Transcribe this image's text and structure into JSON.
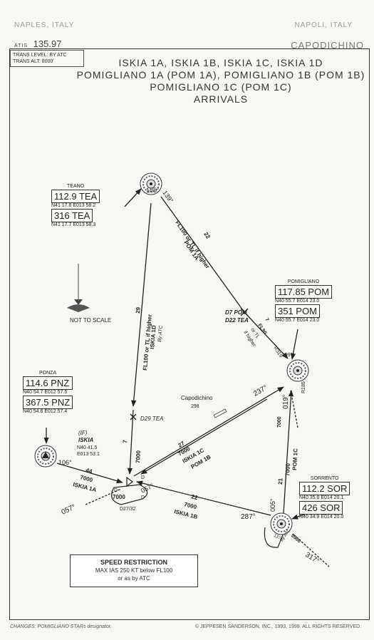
{
  "header": {
    "atis_label": "ATIS",
    "atis_freq": "135.97",
    "airport": "CAPODICHINO",
    "faint_left": "NAPLES, ITALY",
    "faint_right": "NAPOLI, ITALY",
    "trans_level": "TRANS LEVEL: BY ATC",
    "trans_alt": "TRANS ALT: 8000'"
  },
  "titles": [
    "ISKIA 1A, ISKIA 1B, ISKIA 1C, ISKIA 1D",
    "POMIGLIANO 1A (POM 1A), POMIGLIANO 1B (POM 1B)",
    "POMIGLIANO 1C (POM 1C)",
    "ARRIVALS"
  ],
  "navaids": {
    "teano": {
      "name": "TEANO",
      "vor": "112.9 TEA",
      "vor_coord": "N41 17.8 E013 58.2",
      "ndb": "316 TEA",
      "ndb_coord": "N41 17.7 E013 58.3"
    },
    "pomigliano": {
      "name": "POMIGLIANO",
      "vor": "117.85 POM",
      "vor_coord": "N40 55.7 E014 23.0",
      "ndb": "351 POM",
      "ndb_coord": "N40 55.7 E014 23.0"
    },
    "ponza": {
      "name": "PONZA",
      "vor": "114.6 PNZ",
      "vor_coord": "N40 54.7 E012 57.5",
      "ndb": "367.5 PNZ",
      "ndb_coord": "N40 54.6 E012 57.4"
    },
    "sorrento": {
      "name": "SORRENTO",
      "vor": "112.2 SOR",
      "vor_coord": "N40 35.0 E014 20.1",
      "ndb": "426 SOR",
      "ndb_coord": "N40 34.9 E014 20.0"
    }
  },
  "labels": {
    "not_to_scale": "NOT TO SCALE",
    "capodichino": "Capodichino",
    "capodichino_elev": "298",
    "iskia_fix_if": "(IF)",
    "iskia_fix": "ISKIA",
    "iskia_lat": "N40 41.5",
    "iskia_lon": "E013 53.1",
    "d29": "D29 TEA",
    "d7pom": "D7 POM",
    "d22tea": "D22 TEA",
    "fl100_a": "FL100 or TL if higher",
    "pom1a": "POM 1A",
    "fl100_d": "FL100 or TL if higher",
    "iskia1d": "ISKIA 1D",
    "by_atc": "By ATC",
    "fl90": "FL90",
    "or_tl": "or TL",
    "if_higher": "if higher",
    "r319": "R319",
    "r185": "R185",
    "radial_139": "139°",
    "radial_185": "185°",
    "radial_199": "199°",
    "radial_237": "237°",
    "radial_019": "019°",
    "radial_106": "106°",
    "radial_057a": "057°",
    "radial_057b": "057°",
    "radial_287": "287°",
    "radial_005": "005°",
    "radial_317": "317°",
    "radial_137": "137°",
    "dist_22a": "22",
    "dist_29": "29",
    "dist_7a": "7",
    "dist_7b": "7",
    "dist_44": "44",
    "dist_27": "27",
    "dist_21": "21",
    "dist_22b": "22",
    "alt_7000_a": "7000",
    "alt_7000_b": "7000",
    "alt_7000_c": "7000",
    "alt_7000_d": "7000",
    "alt_7000_e": "7000",
    "alt_7000_f": "7000",
    "alt_7000_g": "7000",
    "alt_5500": "5500",
    "by_atc_sor": "By ATC",
    "iskia1a": "ISKIA 1A",
    "iskia1b": "ISKIA 1B",
    "iskia1c": "ISKIA 1C",
    "pom1b": "POM 1B",
    "pom1c": "POM 1C",
    "d_mark_a": "D",
    "d_mark_b": "D",
    "d_mark_c": "D",
    "d27_32": "D27/32"
  },
  "speed_restriction": {
    "title": "SPEED RESTRICTION",
    "line1": "MAX IAS 250 KT below FL100",
    "line2": "or as by ATC"
  },
  "footer": {
    "changes": "CHANGES: POMIGLIANO STARs designator.",
    "copyright": "© JEPPESEN SANDERSON, INC., 1993, 1999. ALL RIGHTS RESERVED."
  }
}
